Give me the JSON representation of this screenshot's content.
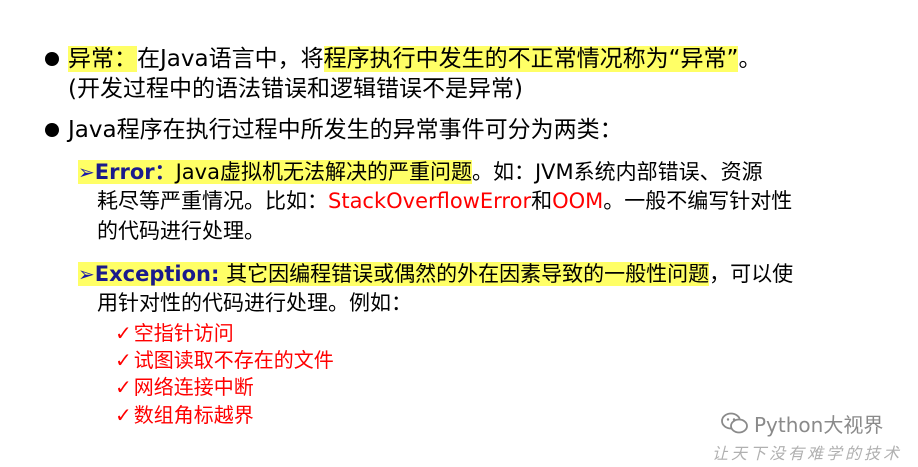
{
  "bullet1": {
    "label": "异常：",
    "text_a": "在Java语言中，将",
    "highlight": "程序执行中发生的不正常情况称为“异常”",
    "text_b": "。",
    "line2": "(开发过程中的语法错误和逻辑错误不是异常)"
  },
  "bullet2": {
    "text": "Java程序在执行过程中所发生的异常事件可分为两类："
  },
  "error": {
    "arrow": "➢",
    "label": "Error：",
    "highlight": "Java虚拟机无法解决的严重问题",
    "line1_rest": "。如：JVM系统内部错误、资源",
    "line2_a": "耗尽等严重情况。比如：",
    "red1": "StackOverflowError",
    "line2_mid": "和",
    "red2": "OOM",
    "line2_b": "。一般不编写针对性",
    "line3": "的代码进行处理。"
  },
  "exception": {
    "arrow": "➢",
    "label": "Exception:",
    "highlight": " 其它因编程错误或偶然的外在因素导致的一般性问题",
    "line1_rest": "，可以使",
    "line2": "用针对性的代码进行处理。例如：",
    "examples": [
      "空指针访问",
      "试图读取不存在的文件",
      "网络连接中断",
      "数组角标越界"
    ],
    "check": "✓"
  },
  "watermark": {
    "brand": "Python大视界",
    "slogan": "让天下没有难学的技术"
  },
  "colors": {
    "highlight": "#ffff66",
    "red": "#ff0000",
    "navy": "#1a1a8c"
  }
}
